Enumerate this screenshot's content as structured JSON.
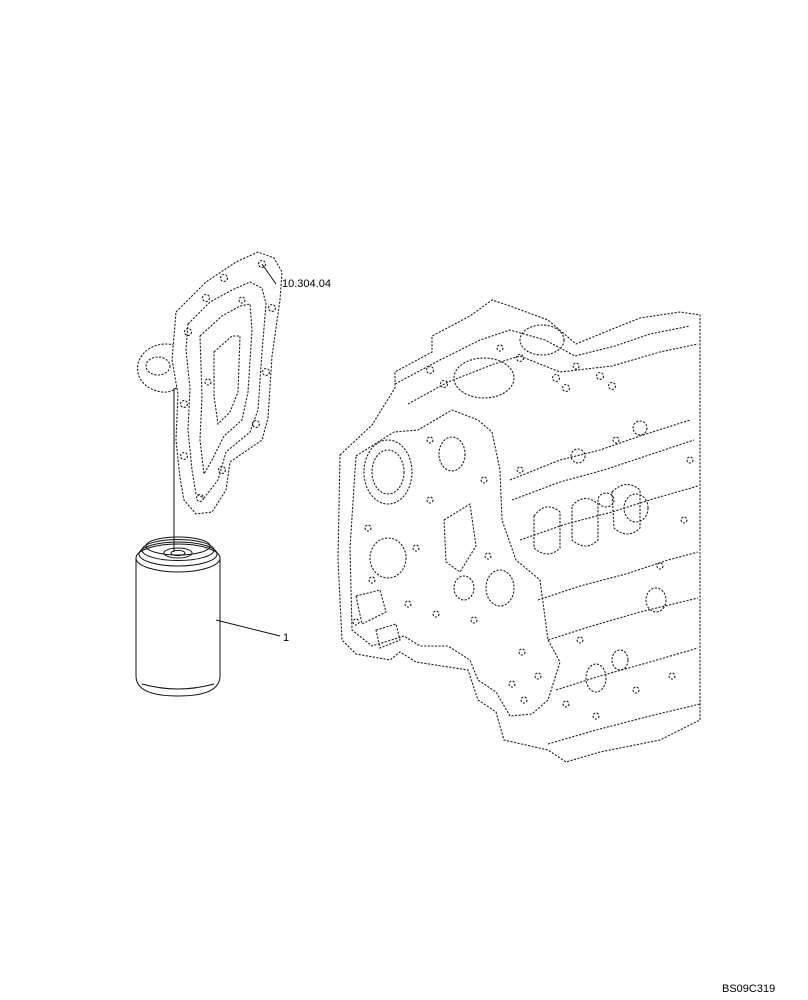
{
  "callouts": {
    "oil_cooler_ref": "10.304.04",
    "filter_item": "1"
  },
  "drawing_code": "BS09C319"
}
